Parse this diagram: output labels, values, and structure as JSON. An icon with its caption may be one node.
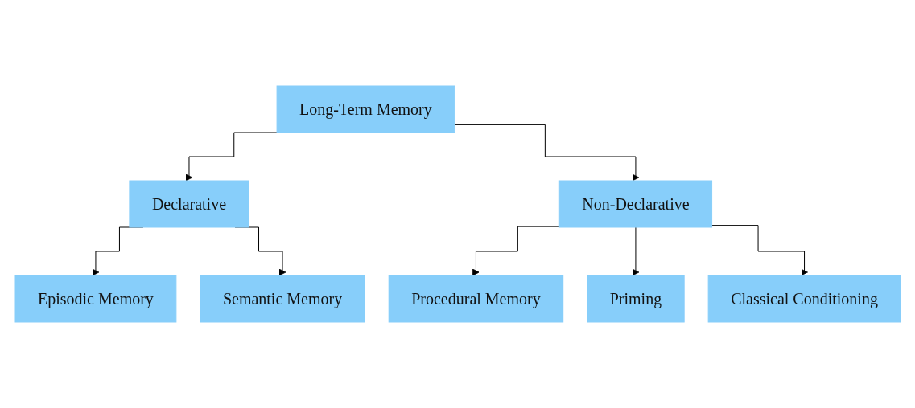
{
  "diagram": {
    "nodes": [
      {
        "text": [
          "Long-Term Memory"
        ]
      },
      {
        "text": [
          "Declarative"
        ]
      },
      {
        "text": [
          "Non-Declarative"
        ]
      },
      {
        "text": [
          "Episodic Memory"
        ]
      },
      {
        "text": [
          "Semantic Memory"
        ]
      },
      {
        "text": [
          "Procedural Memory"
        ]
      },
      {
        "text": [
          "Priming"
        ]
      },
      {
        "text": [
          "Classical Conditioning"
        ]
      }
    ],
    "edges": [
      {
        "from": 0,
        "to": 1,
        "arrow": "to"
      },
      {
        "from": 0,
        "to": 2,
        "arrow": "to"
      },
      {
        "from": 1,
        "to": 3,
        "arrow": "to"
      },
      {
        "from": 1,
        "to": 4,
        "arrow": "to"
      },
      {
        "from": 2,
        "to": 5,
        "arrow": "to"
      },
      {
        "from": 2,
        "to": 6,
        "arrow": "to"
      },
      {
        "from": 2,
        "to": 7,
        "arrow": "to"
      }
    ]
  }
}
